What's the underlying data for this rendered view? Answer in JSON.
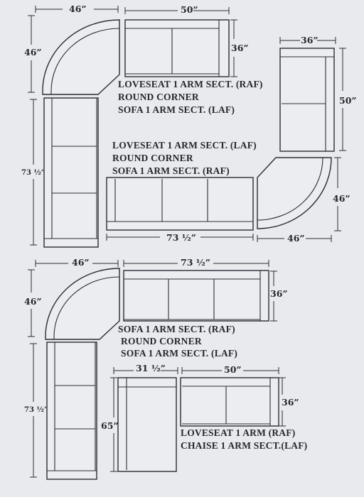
{
  "colors": {
    "background": "#e9eaee",
    "line": "#2b2d34",
    "text": "#26282e"
  },
  "diagram1": {
    "dim_corner_width": "46”",
    "dim_corner_height": "46”",
    "dim_loveseat_width": "50”",
    "dim_loveseat_depth": "36”",
    "dim_sofa_length": "73 ½”",
    "labels": [
      "LOVESEAT 1 ARM SECT. (RAF)",
      "ROUND CORNER",
      "SOFA 1 ARM SECT. (LAF)"
    ]
  },
  "diagram2": {
    "dim_loveseat_width": "36”",
    "dim_loveseat_length": "50”",
    "dim_corner_height": "46”",
    "dim_corner_width": "46”",
    "dim_sofa_length": "73 ½”",
    "labels": [
      "LOVESEAT 1 ARM SECT. (LAF)",
      "ROUND CORNER",
      "SOFA 1 ARM SECT. (RAF)"
    ]
  },
  "diagram3": {
    "dim_corner_width": "46”",
    "dim_corner_height": "46”",
    "dim_sofa_length": "73 ½”",
    "dim_sofa_depth": "36”",
    "dim_left_sofa_length": "73 ½”",
    "labels": [
      "SOFA 1 ARM SECT. (RAF)",
      "ROUND CORNER",
      "SOFA 1 ARM SECT. (LAF)"
    ]
  },
  "diagram4": {
    "dim_chaise_width": "31 ½”",
    "dim_chaise_length": "65”",
    "dim_loveseat_width": "50”",
    "dim_loveseat_depth": "36”",
    "labels": [
      "LOVESEAT 1 ARM (RAF)",
      "CHAISE 1 ARM SECT.(LAF)"
    ]
  }
}
